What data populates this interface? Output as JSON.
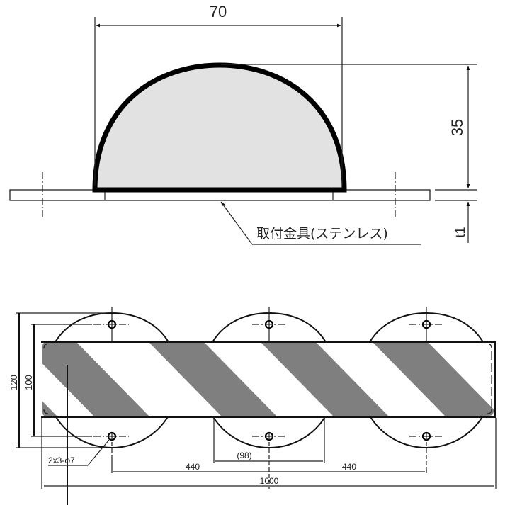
{
  "side_view": {
    "width_dim": "70",
    "height_dim": "35",
    "thickness_dim": "t1",
    "bracket_label": "取付金具(ステンレス)",
    "dome_fill": "#e2e2e2",
    "outline_color": "#000000"
  },
  "front_view": {
    "outer_height_dim": "120",
    "inner_height_dim": "100",
    "hole_spec": "2x3-φ7",
    "bracket_width_dim": "(98)",
    "pitch_left_dim": "440",
    "pitch_right_dim": "440",
    "overall_length_dim": "1000",
    "stripe_color": "#7f7f7f",
    "background_color": "#ffffff"
  }
}
